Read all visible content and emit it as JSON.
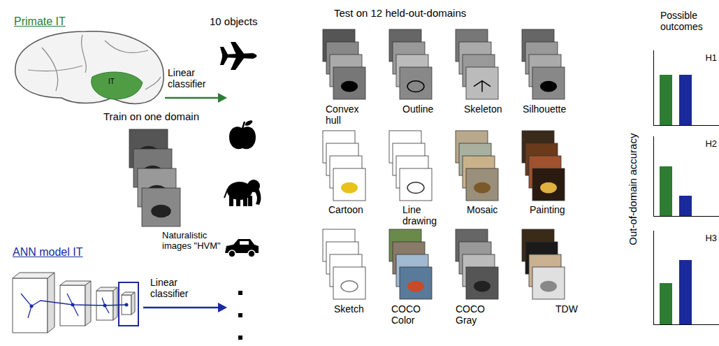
{
  "diagram": {
    "nodes": [
      {
        "text": [
          "H1"
        ]
      },
      {
        "text": [
          "H2"
        ]
      },
      {
        "text": [
          "H3"
        ]
      }
    ],
    "labels": [
      "Primate IT",
      "IT",
      "Linear classifier",
      "10 objects",
      "Train on one domain",
      "Naturalistic images \"HVM\"",
      "ANN model IT",
      "Linear classifier",
      "Test on 12 held-out-domains",
      "Convex hull",
      "Outline",
      "Skeleton",
      "Silhouette",
      "Cartoon",
      "Line drawing",
      "Mosaic",
      "Painting",
      "Sketch",
      "COCO Color",
      "COCO Gray",
      "TDW",
      "Possible outcomes",
      "Out-of-domain accuracy"
    ]
  }
}
